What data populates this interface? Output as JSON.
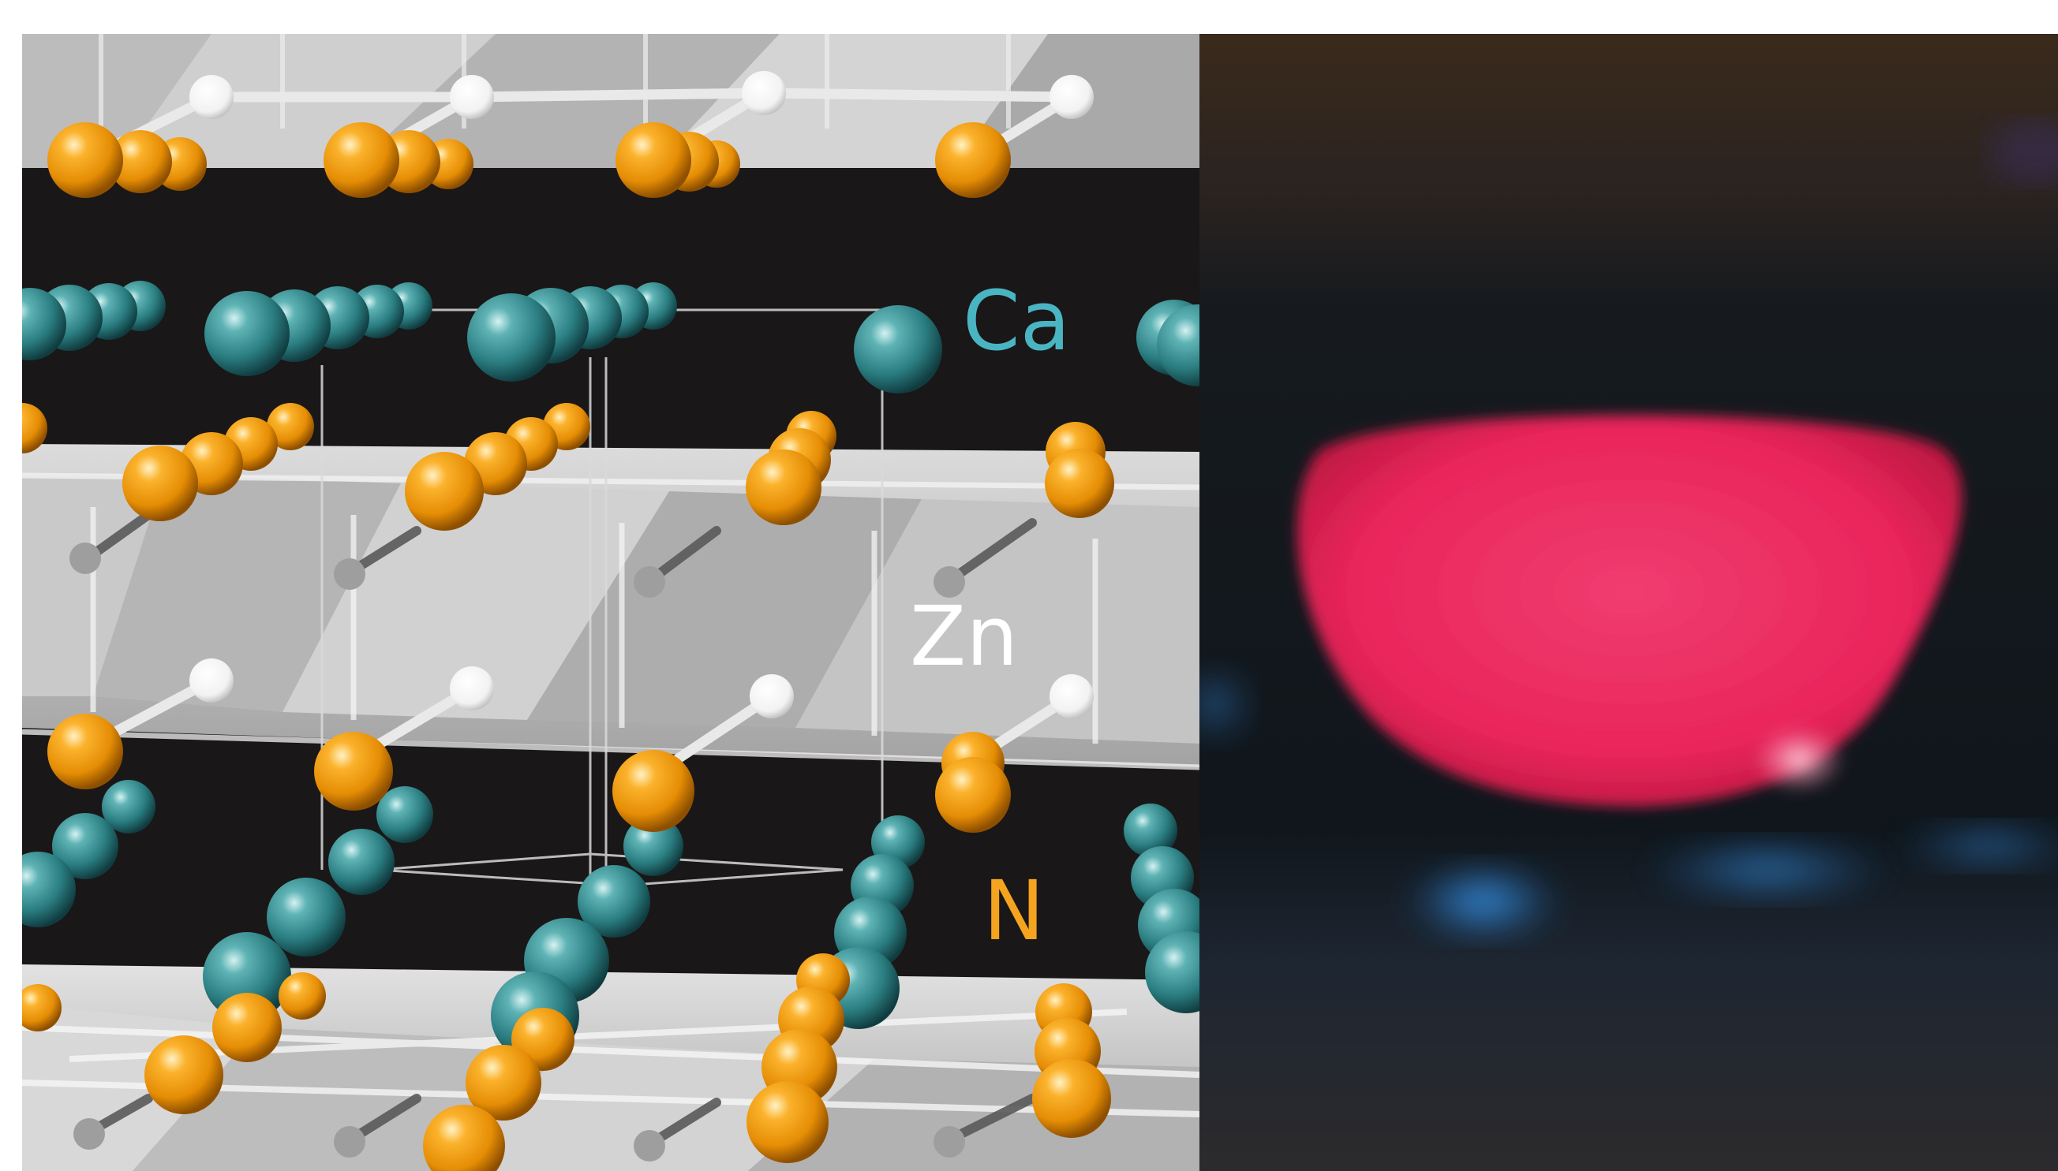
{
  "figure": {
    "crystal_structure": {
      "element_labels": {
        "ca": "Ca",
        "zn": "Zn",
        "n": "N"
      }
    },
    "photo": {}
  },
  "colors": {
    "ca_atom": "#2e8a8c",
    "ca_label": "#4ab5c2",
    "n_atom": "#f5a00f",
    "n_label": "#f4a41e",
    "zn_atom": "#ffffff",
    "zn_label": "#ffffff",
    "polyhedra": "#c4c4c4",
    "interlayer_background": "#1a1718",
    "glow": "#e9255b",
    "blue_emission": "#1d73c6"
  }
}
